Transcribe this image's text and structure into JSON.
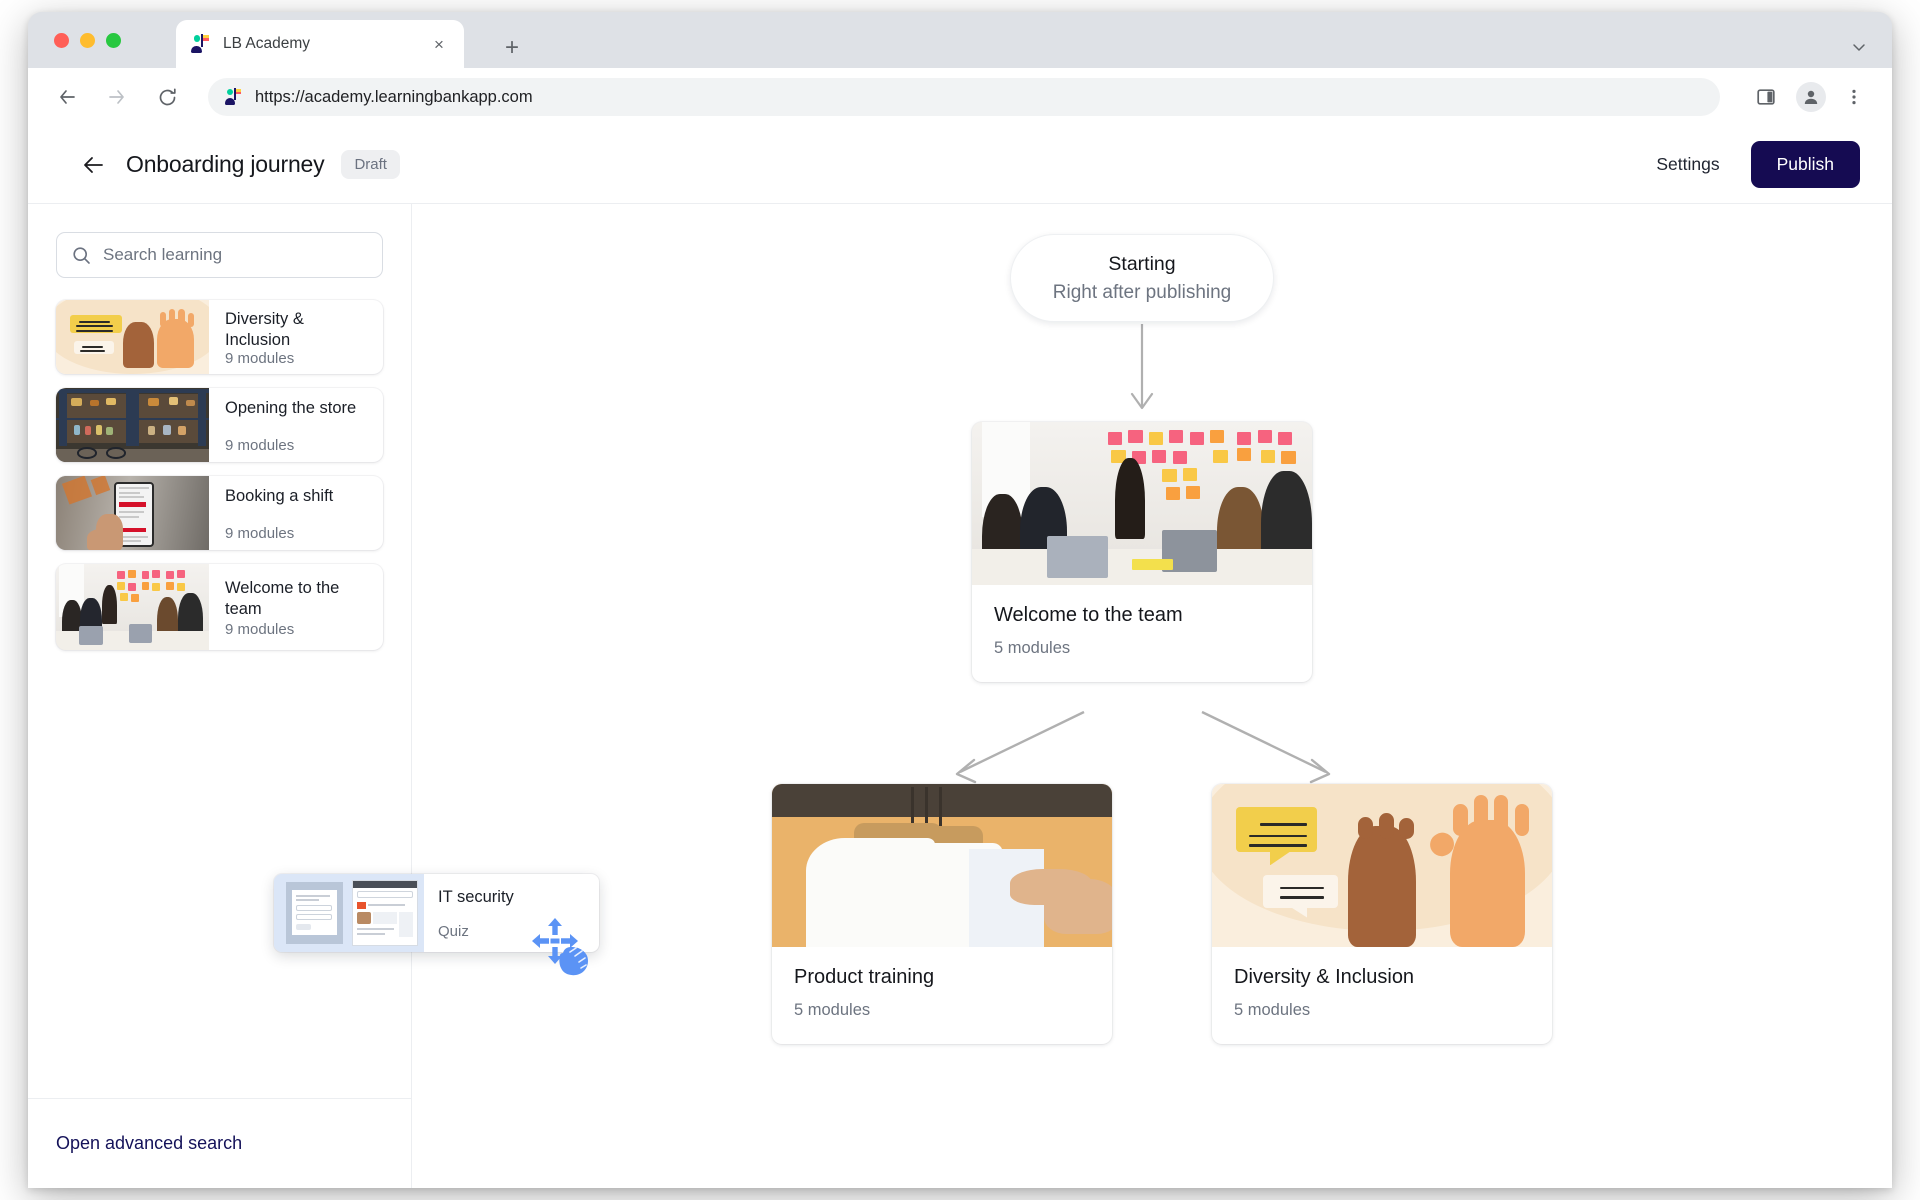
{
  "browser": {
    "tab": {
      "title": "LB Academy",
      "favicon_name": "lb-academy-favicon",
      "close_label": "×"
    },
    "new_tab_label": "+",
    "url": "https://academy.learningbankapp.com",
    "back_label": "←",
    "forward_label": "→",
    "reload_label": "⟳",
    "toolbar_icons": [
      "side-panel-icon",
      "profile-avatar-icon",
      "chrome-menu-icon"
    ]
  },
  "app_header": {
    "back_label": "←",
    "title": "Onboarding journey",
    "status_badge": "Draft",
    "settings_label": "Settings",
    "publish_label": "Publish",
    "publish_color": "#150b52"
  },
  "sidebar": {
    "search": {
      "placeholder": "Search learning",
      "value": "",
      "icon": "search-icon"
    },
    "items": [
      {
        "title": "Diversity & Inclusion",
        "modules": "9 modules",
        "art": "diversity"
      },
      {
        "title": "Opening the store",
        "modules": "9 modules",
        "art": "store"
      },
      {
        "title": "Booking a shift",
        "modules": "9 modules",
        "art": "phone"
      },
      {
        "title": "Welcome to the team",
        "modules": "9 modules",
        "art": "meeting"
      }
    ],
    "advanced_search_label": "Open advanced search",
    "advanced_search_color": "#141259"
  },
  "drag": {
    "title": "IT security",
    "subtitle": "Quiz",
    "cursor_icon": "drag-move-hand-cursor",
    "cursor_color": "#5b93f5"
  },
  "canvas": {
    "start_node": {
      "title": "Starting",
      "subtitle": "Right after publishing"
    },
    "cards": [
      {
        "id": "welcome",
        "title": "Welcome to the team",
        "modules": "5 modules",
        "art": "meeting"
      },
      {
        "id": "product",
        "title": "Product training",
        "modules": "5 modules",
        "art": "shirt"
      },
      {
        "id": "diversity",
        "title": "Diversity & Inclusion",
        "modules": "5 modules",
        "art": "diversity"
      }
    ],
    "edge_color": "#b0b0b0"
  }
}
